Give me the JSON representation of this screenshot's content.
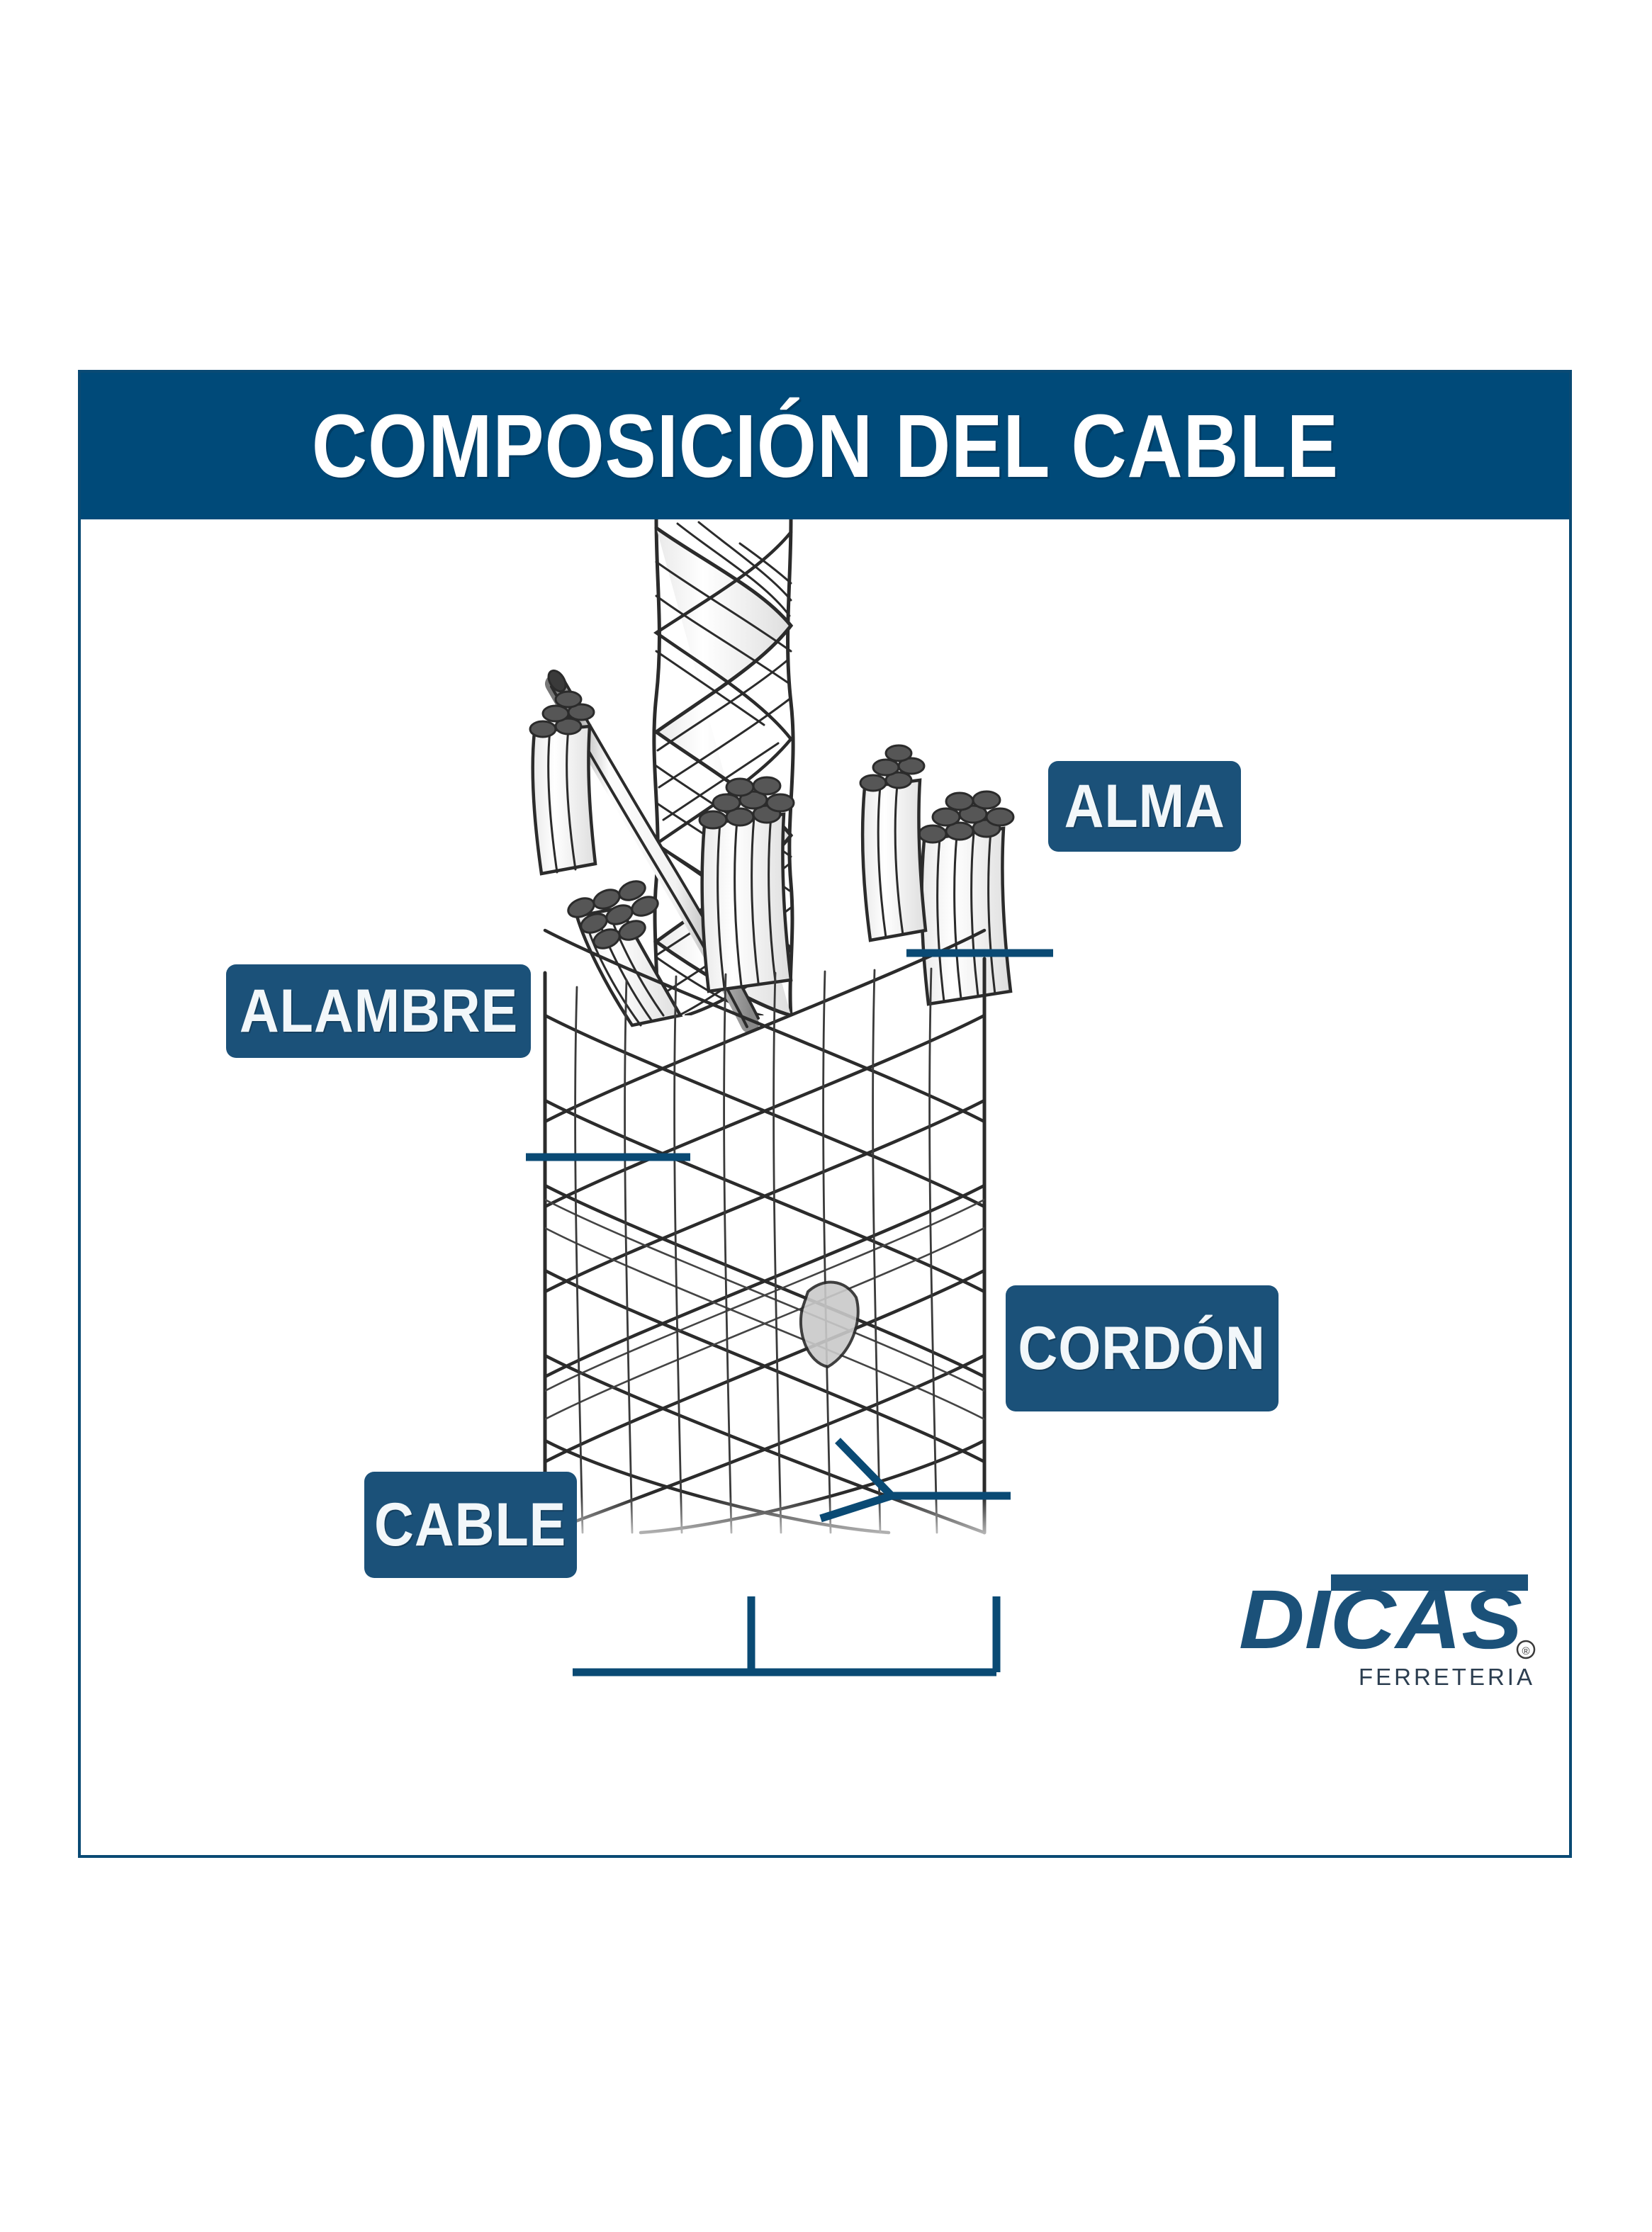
{
  "header": {
    "title": "COMPOSICIÓN DEL CABLE"
  },
  "accent_colors": {
    "header_blue": "#004A79",
    "callout_blue": "#1B5179",
    "leader_blue": "#0A4A74",
    "frame_blue": "#0A4A74",
    "label_text": "#F2F7FA",
    "illustration_line": "#2B2B2B",
    "wire_section_fill": "#555555"
  },
  "callouts": [
    {
      "id": "alma",
      "label": "ALMA"
    },
    {
      "id": "alambre",
      "label": "ALAMBRE"
    },
    {
      "id": "cordon",
      "label": "CORDÓN"
    },
    {
      "id": "cable",
      "label": "CABLE"
    }
  ],
  "illustration": {
    "name": "wire-rope-cutaway-diagram",
    "description": "Line drawing of a steel wire rope with one wire pulled out, strand cut-ends showing hexagonally packed wire cross sections, a central core strand, and the full cable body below."
  },
  "logo": {
    "brand": "DICAS",
    "tagline": "FERRETERIA",
    "registered_mark": "®"
  }
}
